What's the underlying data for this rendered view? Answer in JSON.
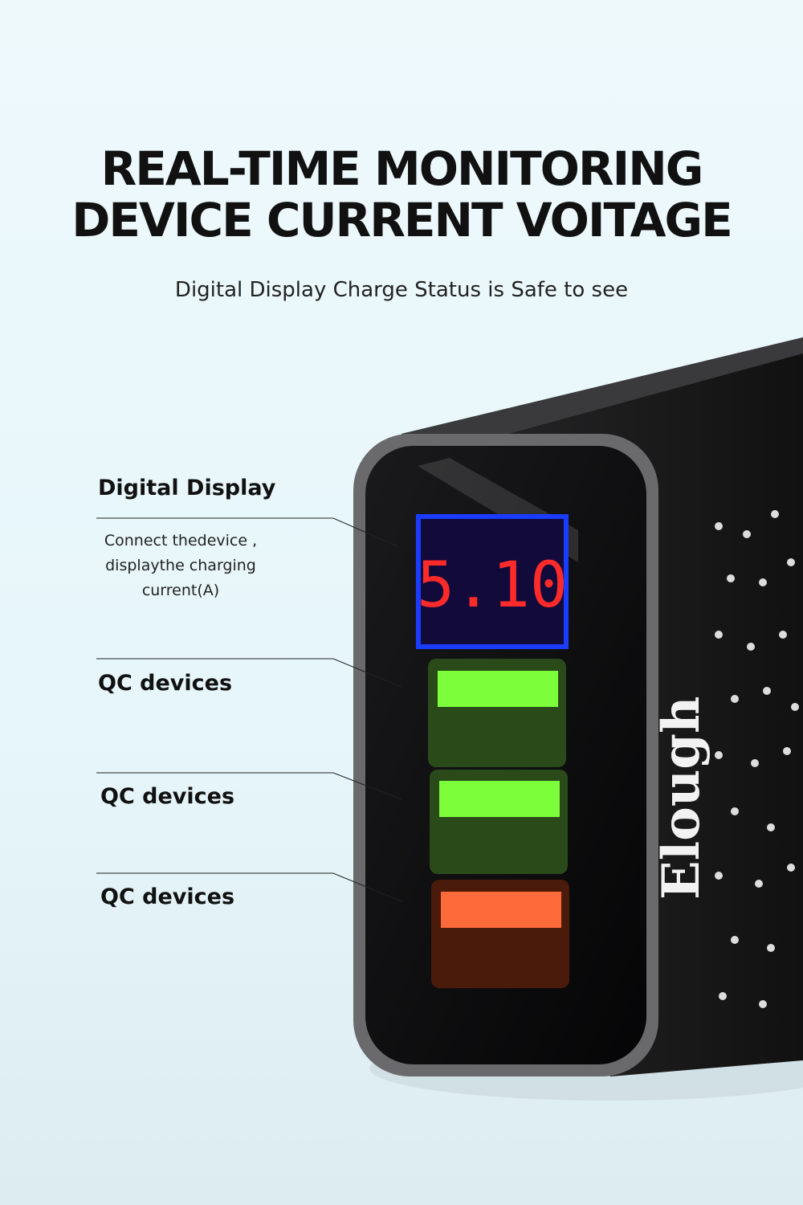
{
  "header": {
    "line1": "REAL-TIME MONITORING",
    "line2": "DEVICE CURRENT VOITAGE",
    "subtitle": "Digital Display Charge Status is Safe to see"
  },
  "callouts": [
    {
      "label": "Digital Display",
      "description": "Connect thedevice , displaythe charging current(A)"
    },
    {
      "label": "QC devices"
    },
    {
      "label": "QC devices"
    },
    {
      "label": "QC devices"
    }
  ],
  "product": {
    "display_value": "5.10",
    "brand": "Elough",
    "colors": {
      "display": "#ff2a2a",
      "display_frame": "#1a3cff",
      "port_green": "#7cff3a",
      "port_orange": "#ff6a3a",
      "body": "#1b1b1d"
    }
  }
}
